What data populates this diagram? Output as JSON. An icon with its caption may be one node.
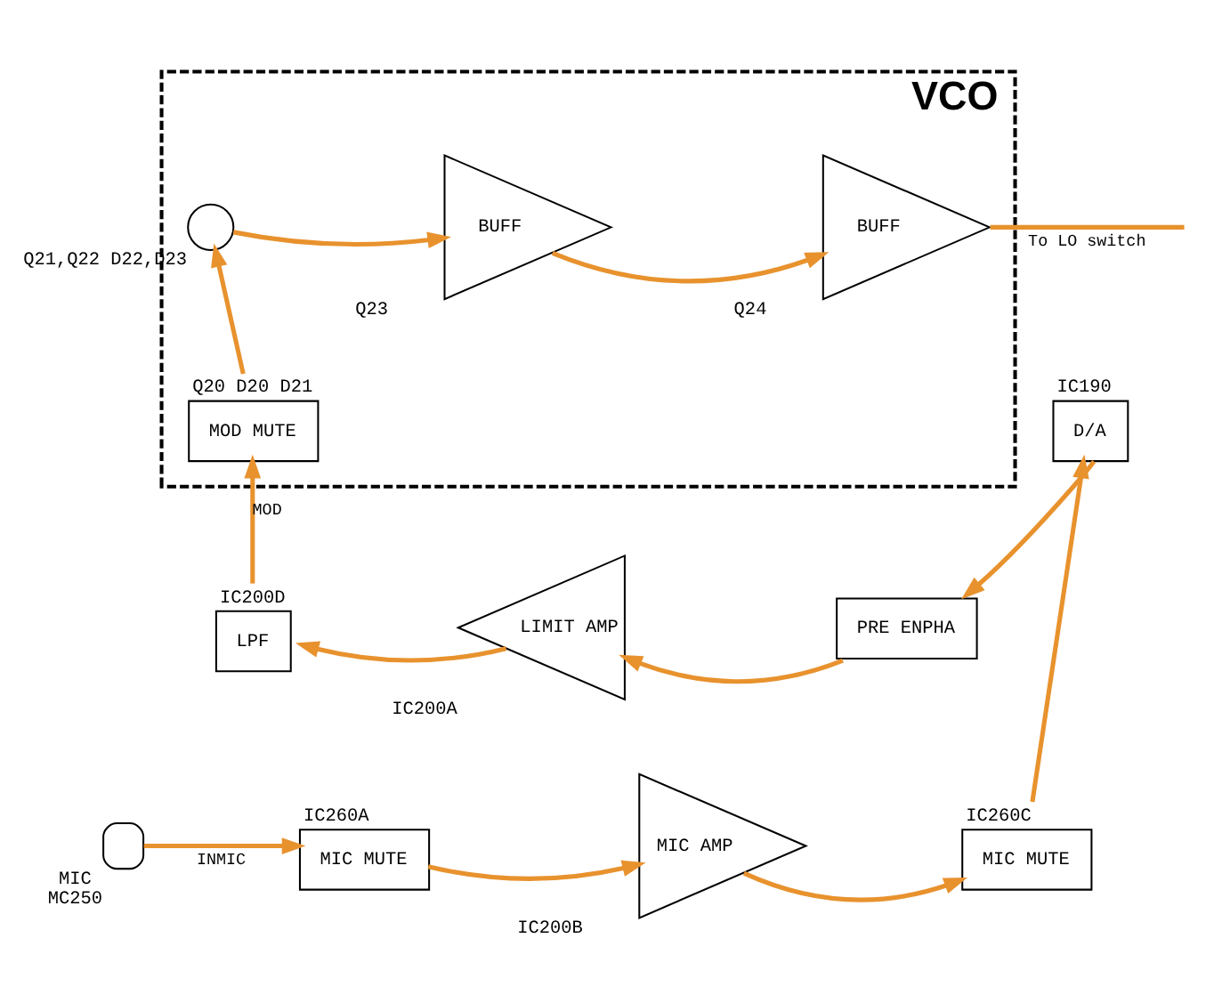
{
  "diagram": {
    "nodes": [
      {
        "text": [
          "VCO"
        ]
      },
      {
        "text": [],
        "shape": "circle",
        "beside": [
          "Q21,Q22 D22,D23"
        ],
        "in": 0
      },
      {
        "text": [
          "BUFF"
        ],
        "beside": [
          "Q23"
        ],
        "in": 0
      },
      {
        "text": [
          "BUFF"
        ],
        "beside": [
          "Q24"
        ],
        "in": 0
      },
      {
        "text": [
          "MOD MUTE"
        ],
        "beside": [
          "Q20 D20 D21"
        ],
        "in": 0
      },
      {
        "text": [
          "LPF"
        ],
        "beside": [
          "IC200D"
        ]
      },
      {
        "text": [
          "LIMIT AMP"
        ],
        "beside": [
          "IC200A"
        ]
      },
      {
        "text": [
          "PRE ENPHA"
        ]
      },
      {
        "text": [
          "D/A"
        ],
        "beside": [
          "IC190"
        ]
      },
      {
        "text": [],
        "shape": "connector",
        "beside": [
          "MIC",
          "MC250"
        ]
      },
      {
        "text": [
          "MIC MUTE"
        ],
        "beside": [
          "IC260A"
        ]
      },
      {
        "text": [
          "MIC AMP"
        ],
        "beside": [
          "IC200B"
        ]
      },
      {
        "text": [
          "MIC MUTE"
        ],
        "beside": [
          "IC260C"
        ]
      }
    ],
    "edges": [
      {
        "from": 1,
        "to": 2,
        "arrow": "to"
      },
      {
        "from": 2,
        "to": 3,
        "arrow": "to"
      },
      {
        "from": 3,
        "to": null,
        "arrow": "none",
        "label": "To LO switch"
      },
      {
        "from": 4,
        "to": 1,
        "arrow": "to"
      },
      {
        "from": 5,
        "to": 4,
        "arrow": "to",
        "label": "MOD"
      },
      {
        "from": 6,
        "to": 5,
        "arrow": "to"
      },
      {
        "from": 7,
        "to": 6,
        "arrow": "to"
      },
      {
        "from": 8,
        "to": 7,
        "arrow": "to"
      },
      {
        "from": 12,
        "to": 8,
        "arrow": "to"
      },
      {
        "from": 9,
        "to": 10,
        "arrow": "to",
        "label": "INMIC"
      },
      {
        "from": 10,
        "to": 11,
        "arrow": "to"
      },
      {
        "from": 11,
        "to": 12,
        "arrow": "to"
      }
    ]
  }
}
